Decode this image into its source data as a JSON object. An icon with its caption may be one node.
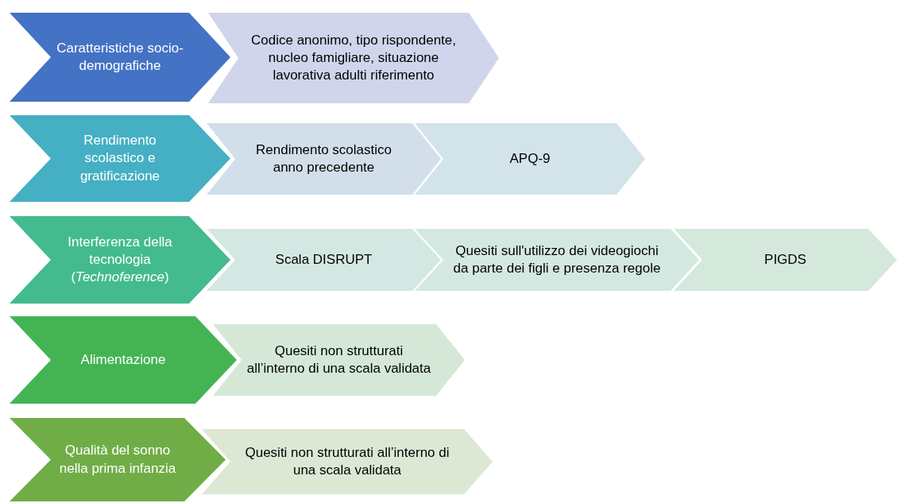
{
  "diagram": {
    "nodes": [
      {
        "text": [
          "Caratteristiche socio-demografiche"
        ]
      },
      {
        "text": [
          "Codice anonimo, tipo rispondente, nucleo famigliare, situazione lavorativa adulti riferimento"
        ]
      },
      {
        "text": [
          "Rendimento scolastico e gratificazione"
        ]
      },
      {
        "text": [
          "Rendimento scolastico anno precedente"
        ]
      },
      {
        "text": [
          "APQ-9"
        ]
      },
      {
        "text": [
          "Interferenza della tecnologia (*Technoference*)"
        ]
      },
      {
        "text": [
          "Scala DISRUPT"
        ]
      },
      {
        "text": [
          "Quesiti sull'utilizzo dei videogiochi da parte dei figli e presenza regole"
        ]
      },
      {
        "text": [
          "PIGDS"
        ]
      },
      {
        "text": [
          "Alimentazione"
        ]
      },
      {
        "text": [
          "Quesiti non strutturati all’interno di una scala validata"
        ]
      },
      {
        "text": [
          "Qualità del sonno nella prima infanzia"
        ]
      },
      {
        "text": [
          "Quesiti non strutturati all’interno di una scala validata"
        ]
      }
    ]
  }
}
